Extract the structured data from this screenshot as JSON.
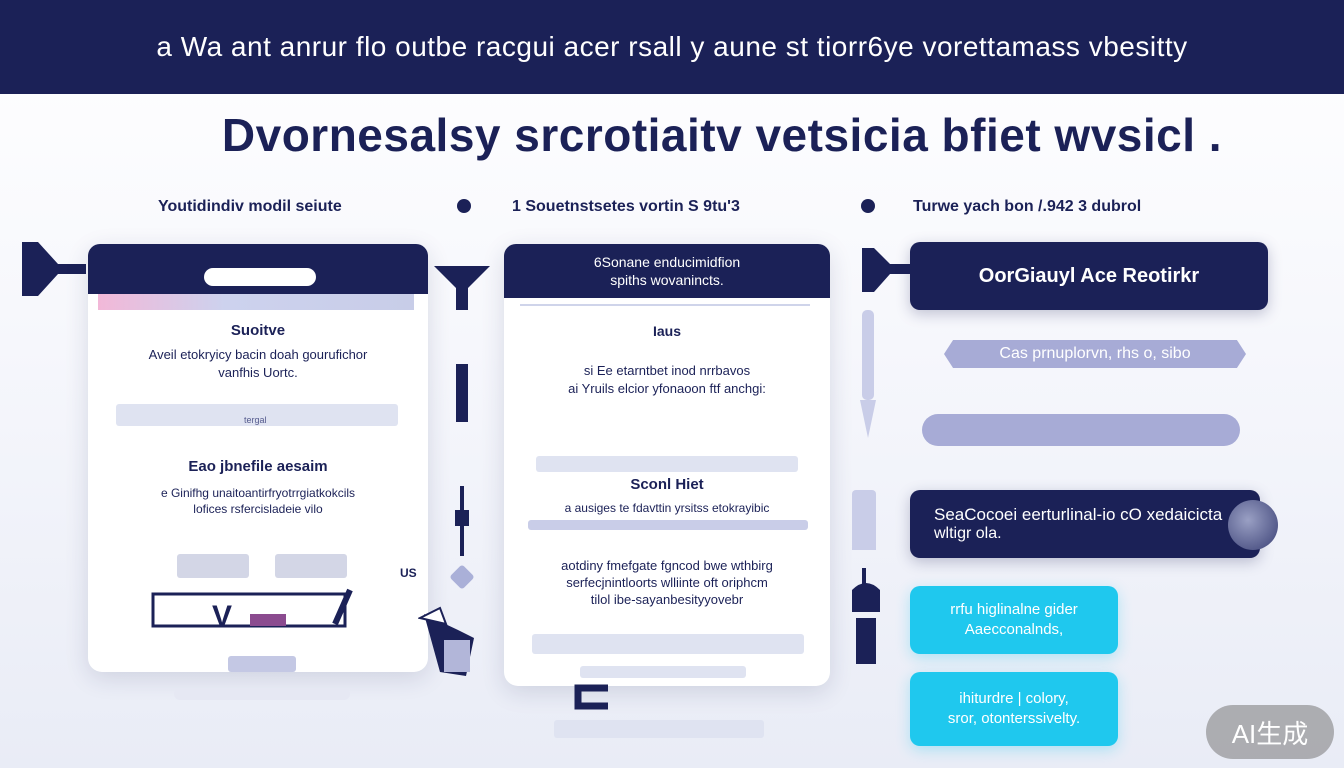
{
  "banner": {
    "text": "a Wa ant anrur flo outbe racgui acer rsall y aune st tiorr6ye vorettamass vbesitty"
  },
  "heading": {
    "text": "Dvornesalsy srcrotiaitv vetsicia bfiet wvsicl ."
  },
  "columns": [
    {
      "label": "Youtidindiv modil seiute"
    },
    {
      "label": "1 Souetnstsetes vortin S 9tu'3"
    },
    {
      "label": "Turwe yach bon /.942 3 dubrol"
    }
  ],
  "card1": {
    "title": "Suoitve",
    "body_lines": [
      "Aveil etokryicy bacin doah gourufichor",
      "vanfhis Uortc."
    ],
    "bar_label": "tergal",
    "title2": "Eao jbnefile aesaim",
    "body2_lines": [
      "e Ginifhg unaitoantirfryotrrgiatkokcils",
      "lofices rsfercisladeie vilo"
    ],
    "side_label": "US",
    "logo_text": "V"
  },
  "card2": {
    "head_lines": [
      "6Sonane enducimidfion",
      "spiths wovanincts."
    ],
    "title": "Iaus",
    "body_lines": [
      "si Ee etarntbet inod nrrbavos",
      "ai Yruils elcior yfonaoon ftf anchgi:"
    ],
    "title2": "Sconl Hiet",
    "subline": "a ausiges te fdavttin yrsitss etokrayibic",
    "body2_lines": [
      "aotdiny fmefgate fgncod bwe wthbirg",
      "serfecjnintloorts wlliinte oft oriphcm",
      "tilol ibe-sayanbesityyovebr"
    ]
  },
  "col3": {
    "title_card": "OorGiauyl Ace Reotirkr",
    "tag1": "Cas prnuplorvn, rhs o, sibo",
    "summary_lines": [
      "SeaCocoei eerturlinal-io cO xedaicicta",
      "wltigr ola."
    ],
    "cyan1_lines": [
      "rrfu higlinalne gider",
      "Aaecconalnds,"
    ],
    "cyan2_lines": [
      "ihiturdre | colory,",
      "sror, otonterssivelty."
    ]
  },
  "watermark": {
    "text": "AI生成"
  },
  "colors": {
    "navy": "#1b2157",
    "cyan": "#1fc8ee",
    "lavender": "#a7abd6",
    "background": "#f3f5fb"
  }
}
